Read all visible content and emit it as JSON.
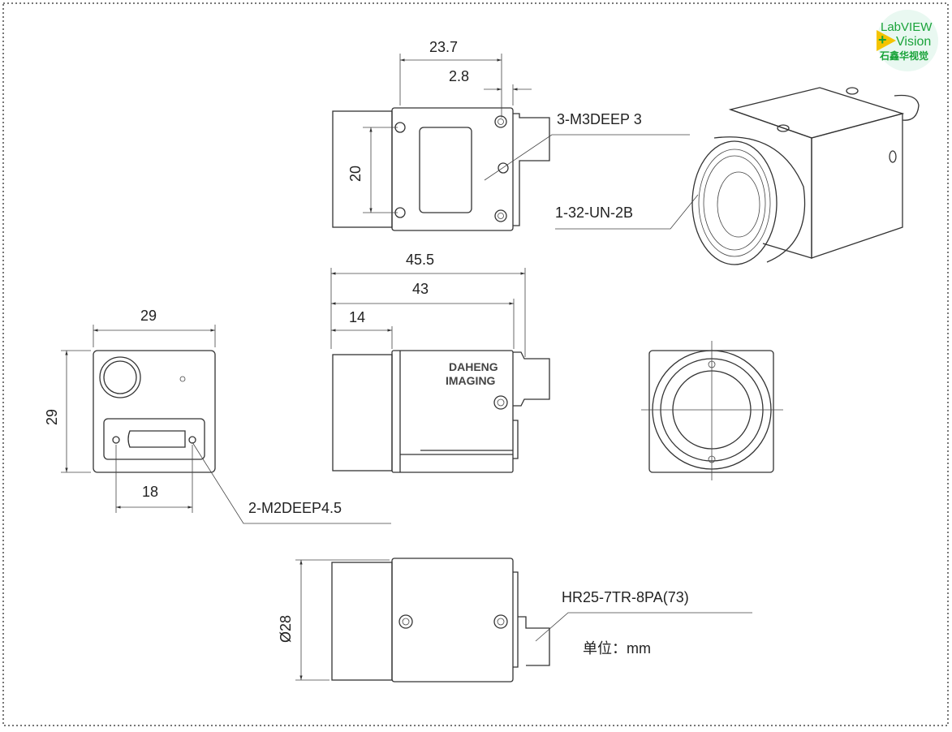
{
  "logo": {
    "line1": "LabVIEW",
    "line2": "Vision",
    "line3": "石鑫华视觉",
    "accent": "#1aa33a",
    "arrow": "#f5c400"
  },
  "brand": {
    "line1": "DAHENG",
    "line2": "IMAGING"
  },
  "dimensions": {
    "top_width": "23.7",
    "top_offset": "2.8",
    "top_hole_spacing": "20",
    "side_total": "45.5",
    "side_body": "43",
    "side_lens": "14",
    "front_width": "29",
    "front_height": "29",
    "front_hole_spacing": "18",
    "diameter": "Ø28"
  },
  "callouts": {
    "m3": "3-M3DEEP 3",
    "thread": "1-32-UN-2B",
    "m2": "2-M2DEEP4.5",
    "connector": "HR25-7TR-8PA(73)",
    "unit": "单位：mm"
  }
}
